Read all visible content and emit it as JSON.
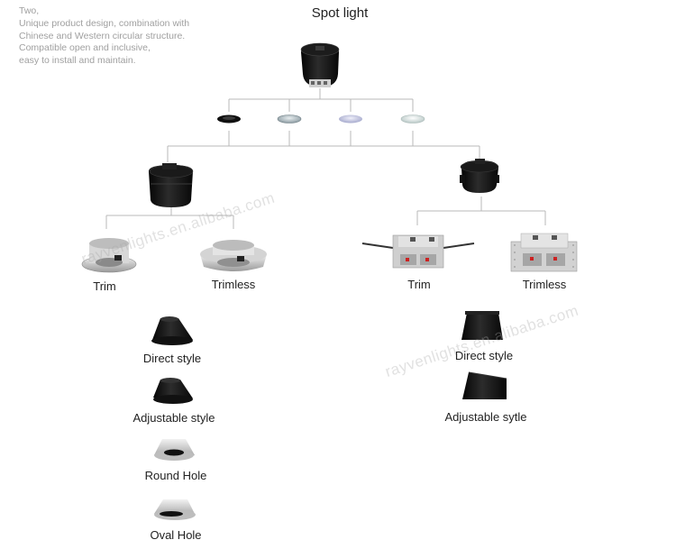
{
  "intro": {
    "lines": [
      "Two,",
      "Unique product design, combination with",
      "Chinese and Western circular structure.",
      "Compatible open and inclusive,",
      "easy to install and maintain."
    ]
  },
  "title": "Spot light",
  "watermark": "rayvenlights.en.alibaba.com",
  "left": {
    "trim_label": "Trim",
    "trimless_label": "Trimless",
    "options": [
      "Direct style",
      "Adjustable style",
      "Round Hole",
      "Oval Hole"
    ]
  },
  "right": {
    "trim_label": "Trim",
    "trimless_label": "Trimless",
    "options": [
      "Direct style",
      "Adjustable sytle"
    ]
  },
  "colors": {
    "line": "#b8b8b8",
    "product_black": "#111111",
    "product_silver": "#c8c8c8",
    "lens_grey": "#b7c4ca",
    "lens_blue": "#c8cce2",
    "lens_white": "#e6eeee"
  }
}
